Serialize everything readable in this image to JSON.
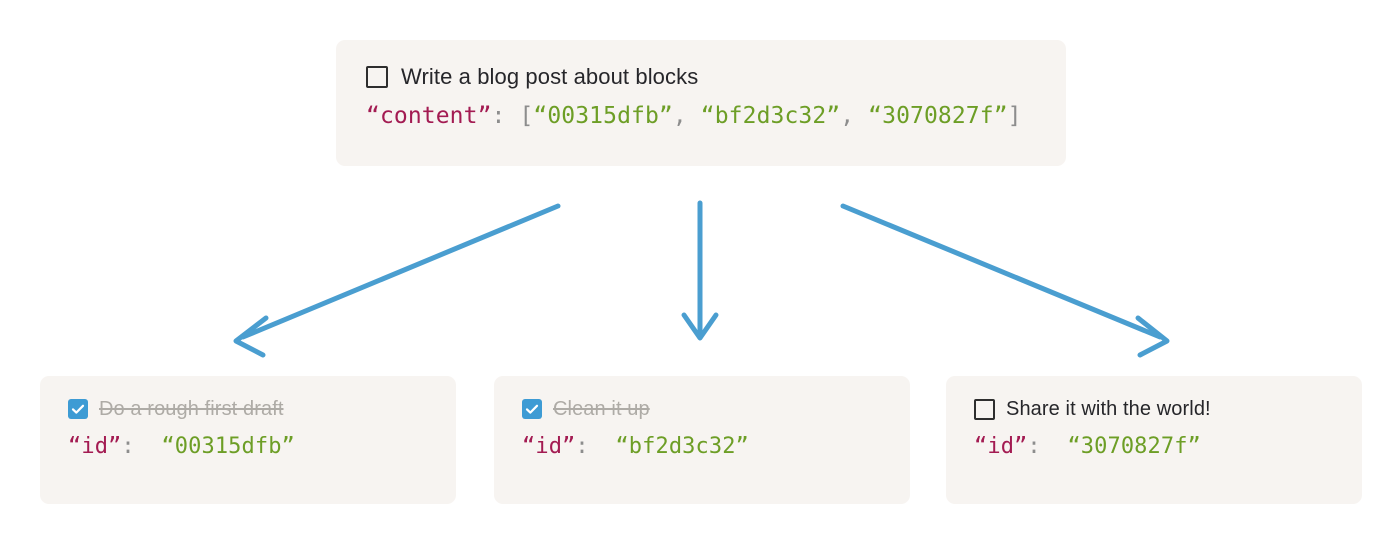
{
  "diagram": {
    "title": "Blocks content reference diagram",
    "background_color": "#ffffff",
    "card_background": "#f7f4f1",
    "arrow_color": "#4a9ed0",
    "checkbox_checked_color": "#3d9bd4",
    "key_color": "#a31b52",
    "string_color": "#6d9e26",
    "punct_color": "#8d8d8d",
    "done_text_color": "#aeaba6"
  },
  "root_card": {
    "checkbox_state": "unchecked",
    "checkbox_icon": "checkbox-empty-icon",
    "label": "Write a blog post about blocks",
    "code": {
      "key": "“content”",
      "colon": ":",
      "open_bracket": "[",
      "values": [
        "“00315dfb”",
        "“bf2d3c32”",
        "“3070827f”"
      ],
      "separator": ", ",
      "close_bracket": "]",
      "full_text": "“content”: [“00315dfb”, “bf2d3c32”, “3070827f”]"
    }
  },
  "child_cards": [
    {
      "checkbox_state": "checked",
      "checkbox_icon": "checkbox-checked-icon",
      "label": "Do a rough first draft",
      "label_struck": true,
      "code": {
        "key": "“id”",
        "colon": ":",
        "value": "“00315dfb”",
        "full_text": "“id”: “00315dfb”"
      }
    },
    {
      "checkbox_state": "checked",
      "checkbox_icon": "checkbox-checked-icon",
      "label": "Clean it up",
      "label_struck": true,
      "code": {
        "key": "“id”",
        "colon": ":",
        "value": "“bf2d3c32”",
        "full_text": "“id”: “bf2d3c32”"
      }
    },
    {
      "checkbox_state": "unchecked",
      "checkbox_icon": "checkbox-empty-icon",
      "label": "Share it with the world!",
      "label_struck": false,
      "code": {
        "key": "“id”",
        "colon": ":",
        "value": "“3070827f”",
        "full_text": "“id”: “3070827f”"
      }
    }
  ],
  "arrows": [
    {
      "name": "arrow-to-first-child",
      "direction": "down-left"
    },
    {
      "name": "arrow-to-second-child",
      "direction": "down"
    },
    {
      "name": "arrow-to-third-child",
      "direction": "down-right"
    }
  ]
}
